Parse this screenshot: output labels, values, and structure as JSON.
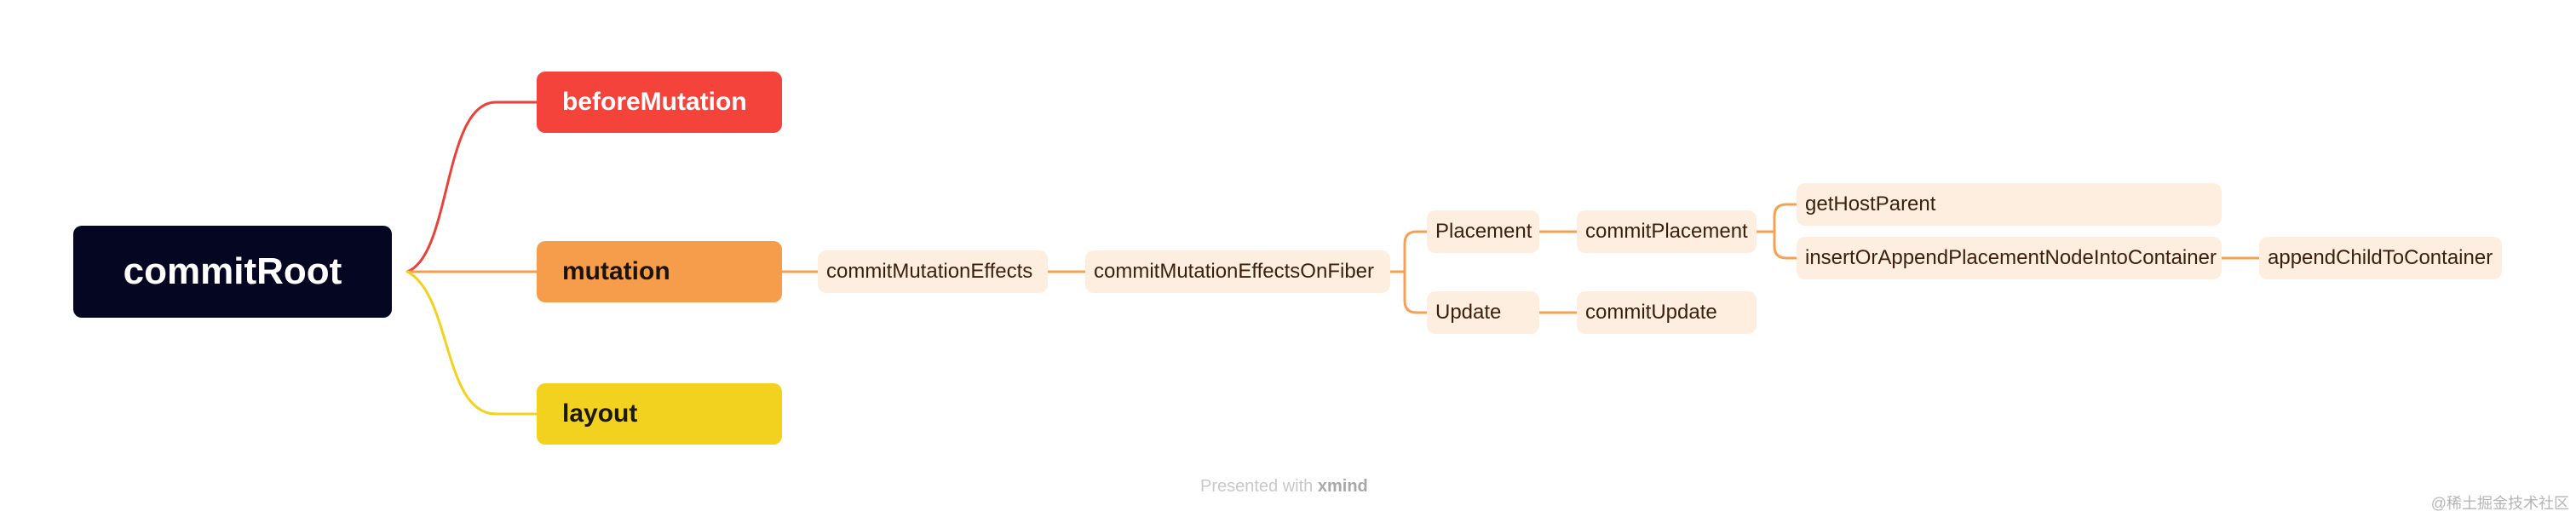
{
  "root": {
    "label": "commitRoot"
  },
  "branches": {
    "before_mutation": {
      "label": "beforeMutation",
      "color": "#f3433a"
    },
    "mutation": {
      "label": "mutation",
      "color": "#f59d4a"
    },
    "layout": {
      "label": "layout",
      "color": "#f2d21f"
    }
  },
  "nodes": {
    "commit_mutation_effects": "commitMutationEffects",
    "commit_mutation_effects_on_fiber": "commitMutationEffectsOnFiber",
    "placement": "Placement",
    "update": "Update",
    "commit_placement": "commitPlacement",
    "commit_update": "commitUpdate",
    "get_host_parent": "getHostParent",
    "insert_or_append": "insertOrAppendPlacementNodeIntoContainer",
    "append_child": "appendChildToContainer"
  },
  "colors": {
    "root_fill": "#040622",
    "sub_node_fill": "#feeedf",
    "sub_node_text": "#3b1f0c",
    "connector": "#f5a052"
  },
  "footer": {
    "presented_with": "Presented with",
    "brand": "xmind",
    "corner_tag": "@稀土掘金技术社区"
  }
}
